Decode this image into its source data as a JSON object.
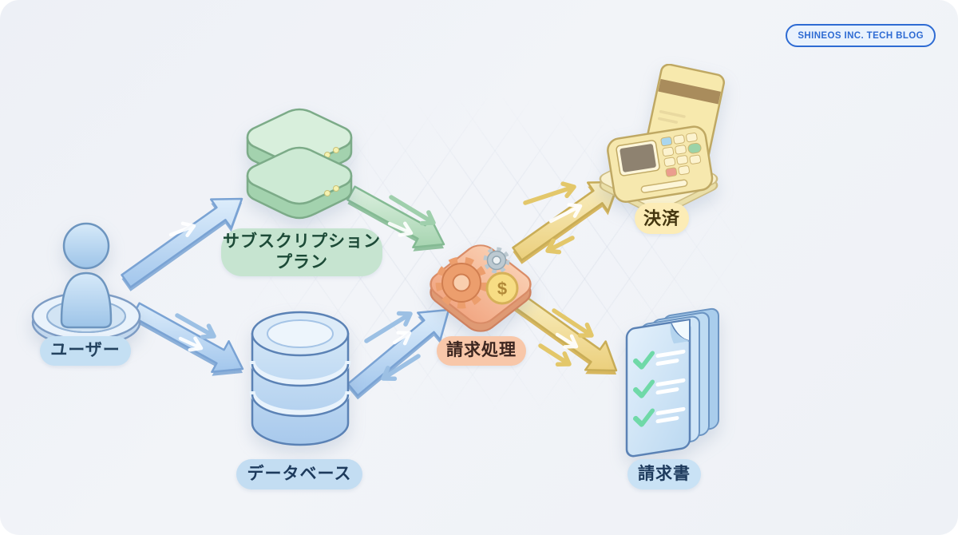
{
  "badge": {
    "label": "SHINEOS INC. TECH BLOG"
  },
  "nodes": {
    "user": {
      "label": "ユーザー"
    },
    "subscription_plan": {
      "label": "サブスクリプション\nプラン"
    },
    "database": {
      "label": "データベース"
    },
    "billing": {
      "label": "請求処理",
      "coin_glyph": "$"
    },
    "payment": {
      "label": "決済"
    },
    "invoice": {
      "label": "請求書"
    }
  },
  "edges": [
    {
      "from": "user",
      "to": "subscription_plan",
      "color": "blue",
      "bidirectional": false
    },
    {
      "from": "user",
      "to": "database",
      "color": "blue",
      "bidirectional": false
    },
    {
      "from": "subscription_plan",
      "to": "billing",
      "color": "green",
      "bidirectional": false
    },
    {
      "from": "database",
      "to": "billing",
      "color": "blue",
      "bidirectional": true
    },
    {
      "from": "billing",
      "to": "payment",
      "color": "yellow",
      "bidirectional": true
    },
    {
      "from": "billing",
      "to": "invoice",
      "color": "yellow",
      "bidirectional": false
    }
  ],
  "colors": {
    "background": "#eef1f6",
    "badge_blue": "#2e6bd3",
    "arrow_blue": "#a7c9ec",
    "arrow_green": "#a8d5b2",
    "arrow_yellow": "#ecd17f",
    "node_user": "#b7d8f1",
    "node_subscription": "#c6e4d0",
    "node_database": "#bcd8f2",
    "node_billing": "#f6b793",
    "node_payment": "#f3e3a6",
    "node_invoice": "#cbe3f6"
  }
}
